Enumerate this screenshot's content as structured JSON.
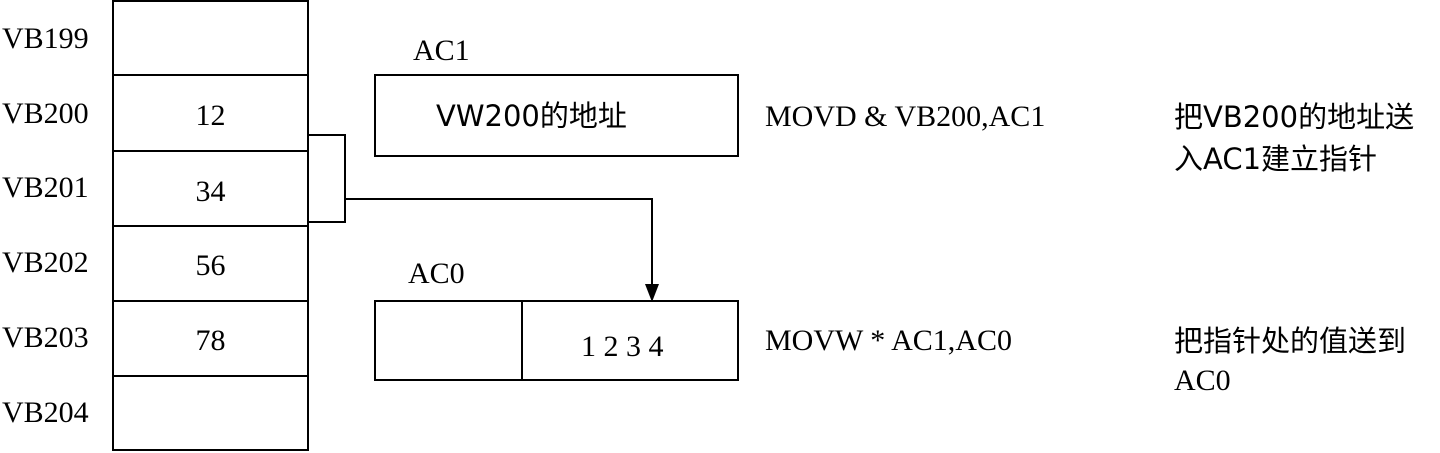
{
  "memory": {
    "rows": [
      {
        "label": "VB199",
        "value": ""
      },
      {
        "label": "VB200",
        "value": "12"
      },
      {
        "label": "VB201",
        "value": "34"
      },
      {
        "label": "VB202",
        "value": "56"
      },
      {
        "label": "VB203",
        "value": "78"
      },
      {
        "label": "VB204",
        "value": ""
      }
    ]
  },
  "ac1": {
    "label": "AC1",
    "content": "VW200的地址",
    "instruction": "MOVD & VB200,AC1",
    "comment_line1": "把VB200的地址送",
    "comment_line2": "入AC1建立指针"
  },
  "ac0": {
    "label": "AC0",
    "content": "1 2 3 4",
    "instruction": "MOVW * AC1,AC0",
    "comment_line1": "把指针处的值送到",
    "comment_line2": "AC0"
  }
}
